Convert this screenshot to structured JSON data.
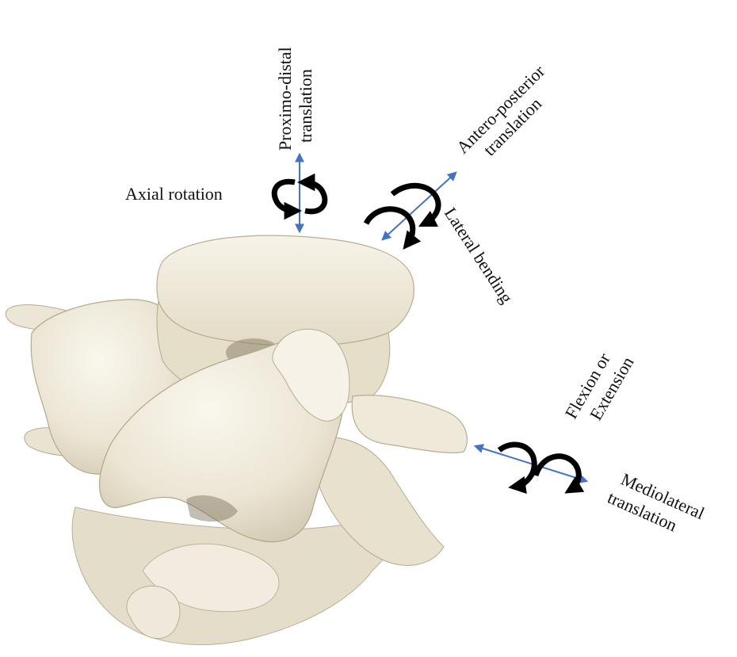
{
  "labels": {
    "proximo_distal": [
      "Proximo-distal",
      "translation"
    ],
    "axial_rotation": "Axial rotation",
    "antero_posterior": [
      "Antero-posterior",
      "translation"
    ],
    "lateral_bending": "Lateral bending",
    "flexion_extension": [
      "Flexion or",
      "Extension"
    ],
    "mediolateral": [
      "Mediolateral",
      "translation"
    ]
  },
  "colors": {
    "axis_arrow": "#4472c4",
    "rotation_arrow": "#000000",
    "bone_light": "#f4f0e4",
    "bone_mid": "#e6e0cf",
    "bone_shadow": "#c9c1aa"
  },
  "icons": {
    "rotation": "curved-arrow-icon",
    "translation": "double-headed-arrow-icon"
  }
}
